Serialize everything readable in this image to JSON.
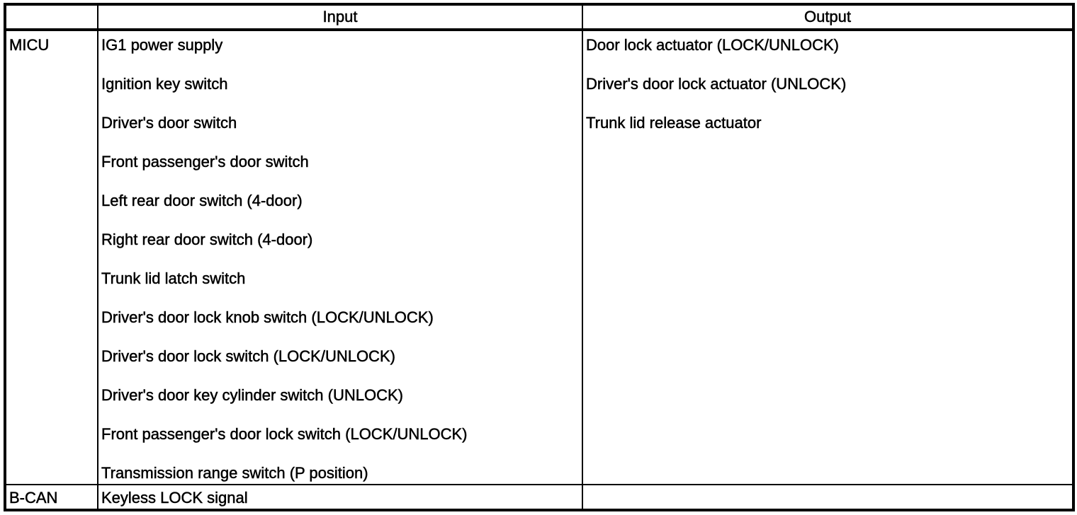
{
  "header": {
    "input_label": "Input",
    "output_label": "Output"
  },
  "rows": [
    {
      "label": "MICU",
      "inputs": [
        "IG1 power supply",
        "Ignition key switch",
        "Driver's door switch",
        "Front passenger's door switch",
        "Left rear door switch (4-door)",
        "Right rear door switch (4-door)",
        "Trunk lid latch switch",
        "Driver's door lock knob switch (LOCK/UNLOCK)",
        "Driver's door lock switch (LOCK/UNLOCK)",
        "Driver's door key cylinder switch (UNLOCK)",
        "Front passenger's door lock switch (LOCK/UNLOCK)",
        "Transmission range switch (P position)"
      ],
      "outputs": [
        "Door lock actuator (LOCK/UNLOCK)",
        "Driver's door lock actuator (UNLOCK)",
        "Trunk lid release actuator"
      ]
    },
    {
      "label": "B-CAN",
      "inputs": [
        "Keyless LOCK signal"
      ],
      "outputs": []
    }
  ],
  "colors": {
    "border": "#000000",
    "text": "#000000",
    "background": "#ffffff"
  }
}
